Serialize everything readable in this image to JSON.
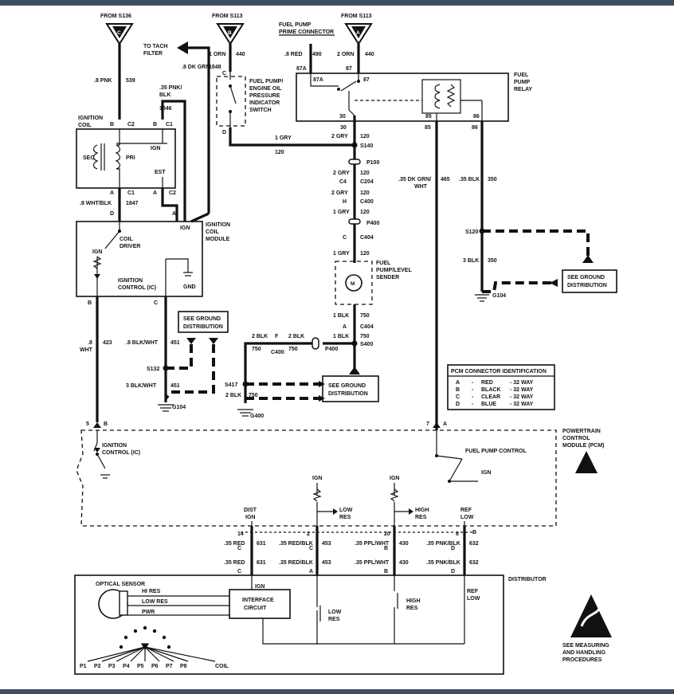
{
  "sources": {
    "s136": "FROM S136",
    "s113a": "FROM S113",
    "s113b": "FROM S113",
    "c": "C",
    "b": "B",
    "a": "A"
  },
  "fuel_pump_prime_connector": [
    "FUEL PUMP",
    "PRIME CONNECTOR"
  ],
  "tach": [
    "TO TACH",
    "FILTER"
  ],
  "wires": {
    "pnk539": ".8 PNK",
    "n539": "539",
    "orn440a": "1 ORN",
    "n440a": "440",
    "dkgrn": ".8 DK GRN",
    "n1848": "1848",
    "pnkblk1": ".35 PNK/",
    "pnkblk2": "BLK",
    "n1846": "1846",
    "red490": ".8 RED",
    "n490": "490",
    "orn440b": "2 ORN",
    "n440b": "440",
    "wht1847": ".8 WHT/BLK",
    "n1847": "1847",
    "gry120a": "1 GRY",
    "n120a": "120",
    "gry120b": "2 GRY",
    "n120b": "120",
    "gry120c": "2 GRY",
    "n120c": "120",
    "gry120d": "2 GRY",
    "n120d": "120",
    "gry120e": "1 GRY",
    "n120e": "120",
    "gry120f": "1 GRY",
    "n120f": "120",
    "n120g": "120",
    "dkgrnwht1": ".35 DK GRN/",
    "dkgrnwht2": "WHT",
    "n465": "465",
    "blk350a": ".35 BLK",
    "n350a": "350",
    "blk350b": "3 BLK",
    "n350b": "350",
    "blk750a": "1 BLK",
    "n750a": "750",
    "blk750b": "1 BLK",
    "n750b": "750",
    "blk750c": "2 BLK",
    "n750c": "750",
    "blk750d": "2 BLK",
    "n750d": "750",
    "blk750e": "2 BLK",
    "n750e": "750",
    "wht423a": ".8",
    "wht423b": "WHT",
    "n423": "423",
    "blkwht451a": ".8 BLK/WHT",
    "n451a": "451",
    "blkwht451b": "3 BLK/WHT",
    "n451b": "451",
    "red631a": ".35 RED",
    "n631a": "631",
    "red631b": ".35 RED",
    "n631b": "631",
    "redblk453a": ".35 RED/BLK",
    "n453a": "453",
    "redblk453b": ".35 RED/BLK",
    "n453b": "453",
    "ppl430a": ".35 PPL/WHT",
    "n430a": "430",
    "ppl430b": ".35 PPL/WHT",
    "n430b": "430",
    "pnkblk632a": ".35 PNK/BLK",
    "n632a": "632",
    "pnkblk632b": ".35 PNK/BLK",
    "n632b": "632"
  },
  "ignition_coil": {
    "title": [
      "IGNITION",
      "COIL"
    ],
    "sec": "SEC",
    "pri": "PRI",
    "ign": "IGN",
    "est": "EST",
    "b": "B",
    "c2a": "C2",
    "c1a": "C1",
    "a": "A",
    "c1b": "C1",
    "a2": "A",
    "c2b": "C2"
  },
  "oil_switch": [
    "FUEL PUMP/",
    "ENGINE OIL",
    "PRESSURE",
    "INDICATOR",
    "SWITCH"
  ],
  "relay": {
    "title": [
      "FUEL",
      "PUMP",
      "RELAY"
    ],
    "p87a": "87A",
    "p87": "87",
    "p87a_in": "87A",
    "p87_in": "87",
    "p30": "30",
    "p85": "85",
    "p86": "86",
    "p30o": "30",
    "p85o": "85",
    "p86o": "86"
  },
  "module": {
    "title": [
      "IGNITION",
      "COIL",
      "MODULE"
    ],
    "coil_driver": [
      "COIL",
      "DRIVER"
    ],
    "ign": "IGN",
    "ignition_control": [
      "IGNITION",
      "CONTROL (IC)"
    ],
    "gnd": "GND",
    "d": "D",
    "a": "A",
    "ign2": "IGN",
    "b": "B",
    "c": "C"
  },
  "connectors": {
    "s140": "S140",
    "p100": "P100",
    "c204": "C204",
    "c4": "C4",
    "h": "H",
    "c400": "C400",
    "p400": "P400",
    "c": "C",
    "c404a": "C404",
    "a": "A",
    "c404b": "C404",
    "s400": "S400",
    "p400b": "P400",
    "f": "F",
    "c400b": "C400",
    "s417": "S417",
    "g400": "G400",
    "s132": "S132",
    "g104a": "G104",
    "s120": "S120",
    "g104b": "G104",
    "c1847a": "A",
    "c1847b": "C1",
    "c1847d": "D",
    "m": "M",
    "c30": "30",
    "c85": "85",
    "c86": "86",
    "c87a": "87A",
    "c87": "87",
    "ign_in": "IGN"
  },
  "sender": [
    "FUEL",
    "PUMP/LEVEL",
    "SENDER"
  ],
  "ground_refs": {
    "g1": [
      "SEE GROUND",
      "DISTRIBUTION"
    ],
    "g2": [
      "SEE GROUND",
      "DISTRIBUTION"
    ],
    "g3": [
      "SEE GROUND",
      "DISTRIBUTION"
    ]
  },
  "pcm_table": {
    "title": "PCM CONNECTOR IDENTIFICATION",
    "rows": [
      [
        "A",
        "-",
        "RED",
        "- 32 WAY"
      ],
      [
        "B",
        "-",
        "BLACK",
        "- 32 WAY"
      ],
      [
        "C",
        "-",
        "CLEAR",
        "- 32 WAY"
      ],
      [
        "D",
        "-",
        "BLUE",
        "- 32 WAY"
      ]
    ]
  },
  "pcm": {
    "title": [
      "POWERTRAIN",
      "CONTROL",
      "MODULE (PCM)"
    ],
    "ignition_control": [
      "IGNITION",
      "CONTROL (IC)"
    ],
    "fuel_pump_control": "FUEL PUMP CONTROL",
    "ign": "IGN",
    "p5": "5",
    "pb": "B",
    "p7": "7",
    "pa": "A",
    "ign1": "IGN",
    "ign2": "IGN",
    "low_res": [
      "LOW",
      "RES"
    ],
    "high_res": [
      "HIGH",
      "RES"
    ],
    "dist_ign": [
      "DIST",
      "IGN"
    ],
    "ref_low": [
      "REF",
      "LOW"
    ],
    "p14": "14",
    "pc": "C",
    "p2": "2",
    "pc2": "C",
    "p20": "20",
    "pb2": "B",
    "p8": "8",
    "pb3": "B"
  },
  "distributor": {
    "title": "DISTRIBUTOR",
    "optical_sensor": "OPTICAL SENSOR",
    "hi_res": "HI RES",
    "low_res": "LOW RES",
    "pwr": "PWR",
    "interface": [
      "INTERFACE",
      "CIRCUIT"
    ],
    "ign": "IGN",
    "low_res2": [
      "LOW",
      "RES"
    ],
    "high_res2": [
      "HIGH",
      "RES"
    ],
    "ref_low2": [
      "REF",
      "LOW"
    ],
    "pins": [
      "P1",
      "P2",
      "P3",
      "P4",
      "P5",
      "P6",
      "P7",
      "P8",
      "COIL"
    ],
    "c1": "C",
    "c2": "A",
    "c3": "B",
    "c4": "D",
    "c5": "C",
    "c6": "A",
    "c7": "B",
    "c8": "D"
  },
  "esd_note": [
    "SEE MEASURING",
    "AND HANDLING",
    "PROCEDURES"
  ]
}
